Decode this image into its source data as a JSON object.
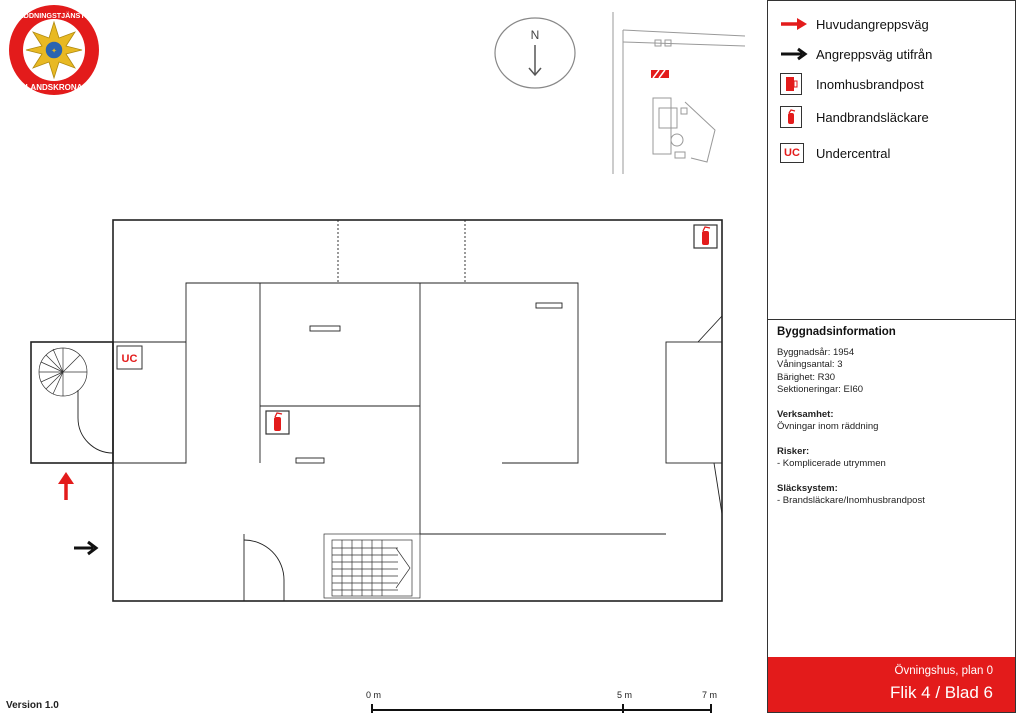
{
  "logo": {
    "top_text": "RÄDDNINGSTJÄNSTEN",
    "bottom_text": "LANDSKRONA"
  },
  "compass": {
    "label": "N"
  },
  "legend": {
    "items": [
      {
        "icon": "red-arrow-icon",
        "label": "Huvudangreppsväg"
      },
      {
        "icon": "black-arrow-icon",
        "label": "Angreppsväg utifrån"
      },
      {
        "icon": "indoor-hydrant-icon",
        "label": "Inomhusbrandpost"
      },
      {
        "icon": "fire-extinguisher-icon",
        "label": "Handbrandsläckare"
      },
      {
        "icon": "uc-icon",
        "label": "Undercentral",
        "symbol_text": "UC"
      }
    ]
  },
  "building_info": {
    "heading": "Byggnadsinformation",
    "lines": [
      "Byggnadsår: 1954",
      "Våningsantal: 3",
      "Bärighet: R30",
      "Sektioneringar: EI60"
    ],
    "activity_label": "Verksamhet:",
    "activity": "Övningar inom räddning",
    "risks_label": "Risker:",
    "risks": "- Komplicerade  utrymmen",
    "extinguishing_label": "Släcksystem:",
    "extinguishing": "- Brandsläckare/Inomhusbrandpost"
  },
  "footer": {
    "subtitle": "Övningshus, plan 0",
    "title": "Flik 4 / Blad 6"
  },
  "floorplan": {
    "uc_label": "UC"
  },
  "scale": {
    "label_0": "0 m",
    "label_5": "5 m",
    "label_7": "7 m"
  },
  "version": "Version 1.0",
  "colors": {
    "accent": "#e31b1b",
    "line": "#222222"
  }
}
